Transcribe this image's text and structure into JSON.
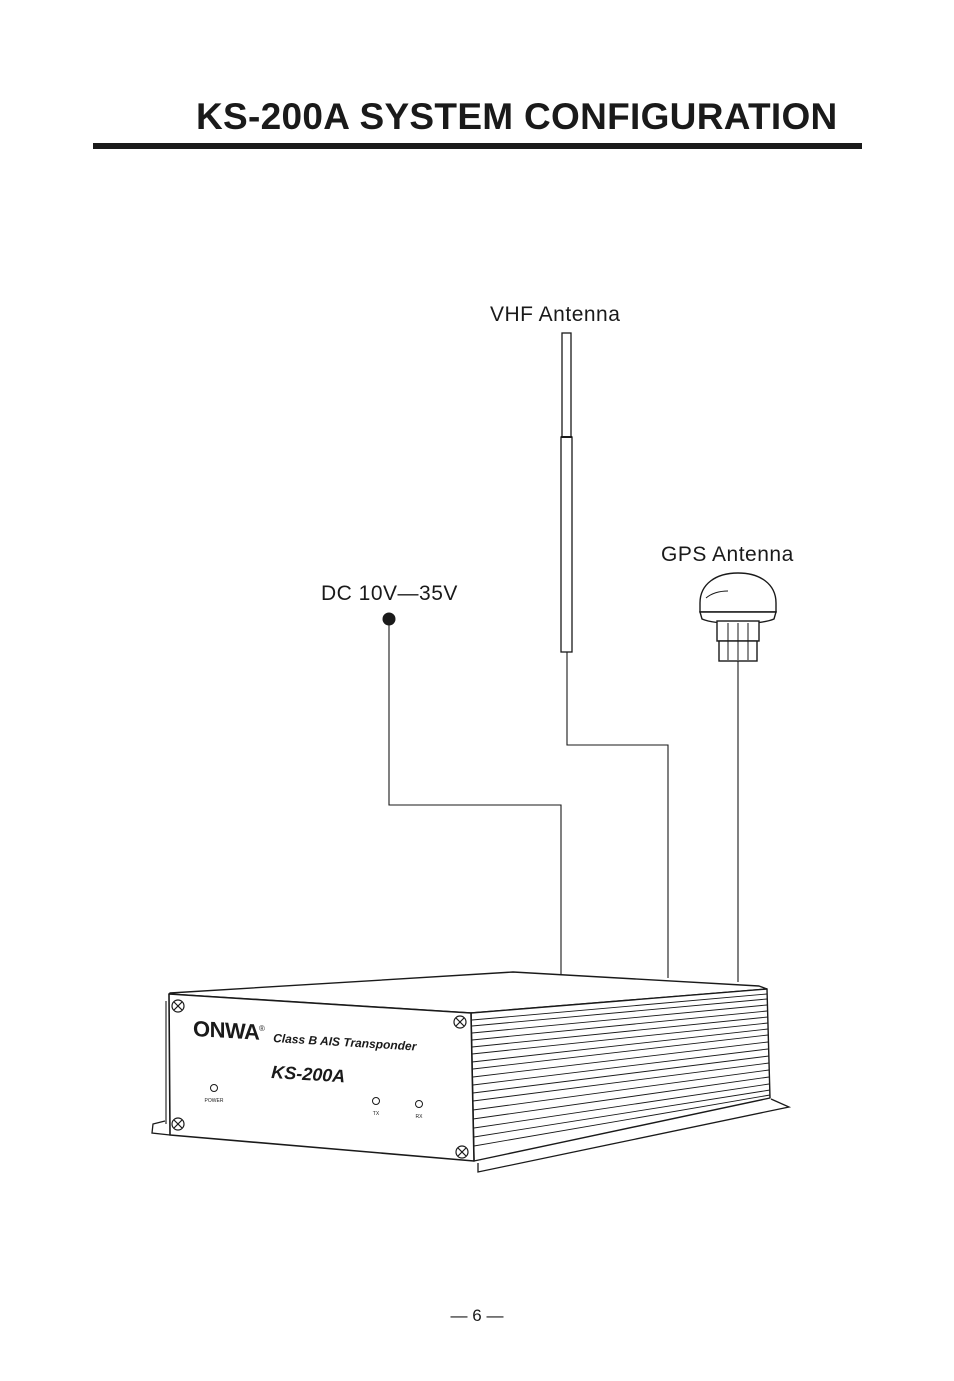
{
  "page": {
    "title": "KS-200A SYSTEM CONFIGURATION",
    "page_number": "— 6 —"
  },
  "diagram": {
    "labels": {
      "vhf_antenna": "VHF Antenna",
      "gps_antenna": "GPS Antenna",
      "dc_power": "DC 10V—35V"
    },
    "device": {
      "brand": "ONWA",
      "registered_mark": "®",
      "subtitle": "Class B AIS Transponder",
      "model": "KS-200A",
      "led_power": "POWER",
      "led_tx": "TX",
      "led_rx": "RX"
    }
  },
  "colors": {
    "ink": "#1a1a1a",
    "background": "#ffffff"
  }
}
